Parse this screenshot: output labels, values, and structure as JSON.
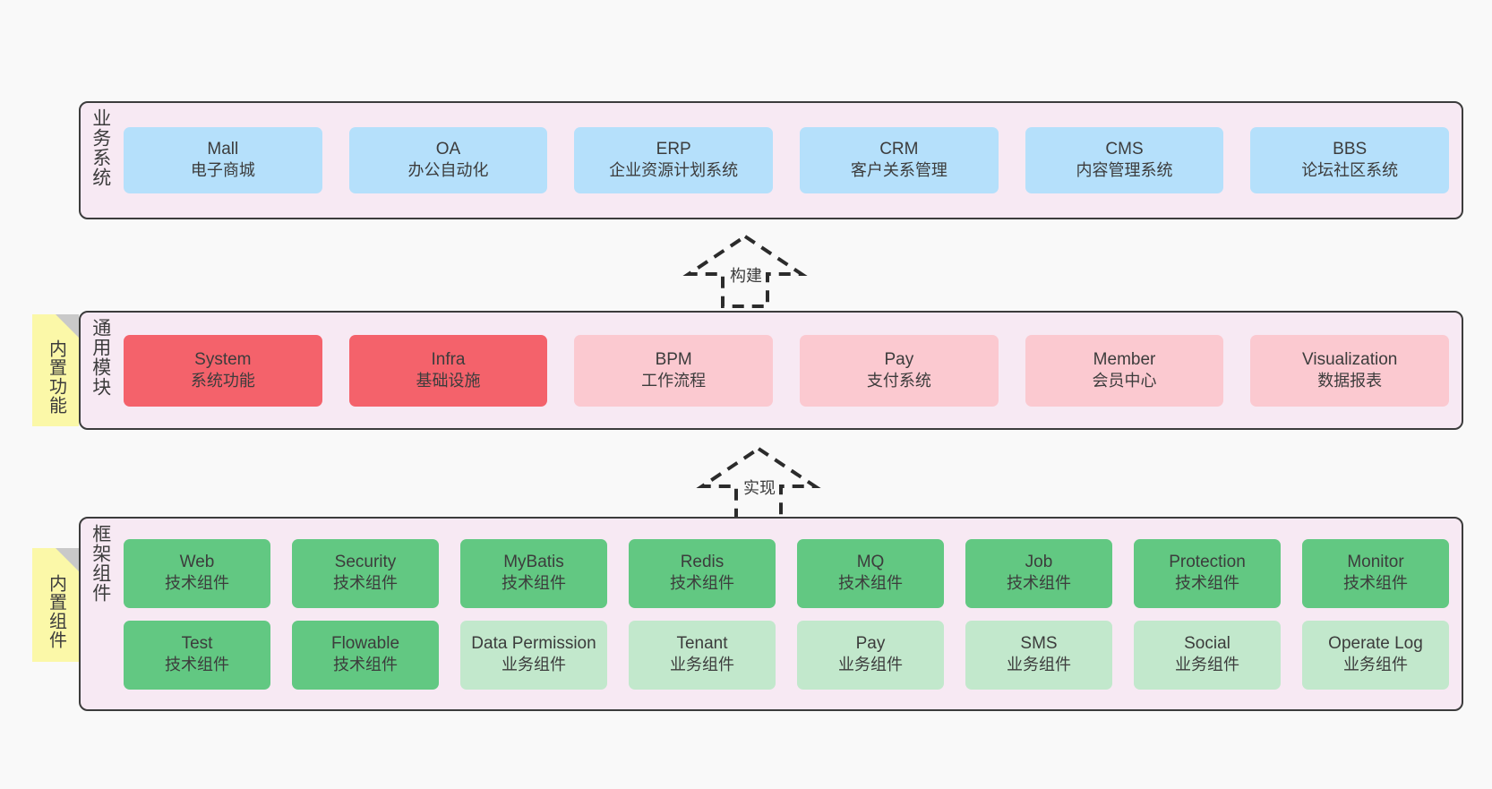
{
  "canvas": {
    "background": "#f9f9f9",
    "layer_fill": "#f7e9f3",
    "layer_border": "#3c3c3c",
    "note_fill": "#fbf8a8",
    "note_fold": "#c9c9c9"
  },
  "notes": [
    {
      "id": "builtin-features",
      "label": "内置功能"
    },
    {
      "id": "builtin-components",
      "label": "内置组件"
    }
  ],
  "layers": {
    "business": {
      "title": "业务系统",
      "color": "#b5e0fb",
      "items": [
        {
          "name": "Mall",
          "desc": "电子商城"
        },
        {
          "name": "OA",
          "desc": "办公自动化"
        },
        {
          "name": "ERP",
          "desc": "企业资源计划系统"
        },
        {
          "name": "CRM",
          "desc": "客户关系管理"
        },
        {
          "name": "CMS",
          "desc": "内容管理系统"
        },
        {
          "name": "BBS",
          "desc": "论坛社区系统"
        }
      ]
    },
    "modules": {
      "title": "通用模块",
      "color_strong": "#f4626b",
      "color_light": "#fbc9d0",
      "items": [
        {
          "name": "System",
          "desc": "系统功能",
          "variant": "red-strong"
        },
        {
          "name": "Infra",
          "desc": "基础设施",
          "variant": "red-strong"
        },
        {
          "name": "BPM",
          "desc": "工作流程",
          "variant": "red-light"
        },
        {
          "name": "Pay",
          "desc": "支付系统",
          "variant": "red-light"
        },
        {
          "name": "Member",
          "desc": "会员中心",
          "variant": "red-light"
        },
        {
          "name": "Visualization",
          "desc": "数据报表",
          "variant": "red-light"
        }
      ]
    },
    "framework": {
      "title": "框架组件",
      "color_strong": "#62c882",
      "color_light": "#c2e8cc",
      "row1": [
        {
          "name": "Web",
          "desc": "技术组件",
          "variant": "green-strong"
        },
        {
          "name": "Security",
          "desc": "技术组件",
          "variant": "green-strong"
        },
        {
          "name": "MyBatis",
          "desc": "技术组件",
          "variant": "green-strong"
        },
        {
          "name": "Redis",
          "desc": "技术组件",
          "variant": "green-strong"
        },
        {
          "name": "MQ",
          "desc": "技术组件",
          "variant": "green-strong"
        },
        {
          "name": "Job",
          "desc": "技术组件",
          "variant": "green-strong"
        },
        {
          "name": "Protection",
          "desc": "技术组件",
          "variant": "green-strong"
        },
        {
          "name": "Monitor",
          "desc": "技术组件",
          "variant": "green-strong"
        }
      ],
      "row2": [
        {
          "name": "Test",
          "desc": "技术组件",
          "variant": "green-strong"
        },
        {
          "name": "Flowable",
          "desc": "技术组件",
          "variant": "green-strong"
        },
        {
          "name": "Data Permission",
          "desc": "业务组件",
          "variant": "green-light"
        },
        {
          "name": "Tenant",
          "desc": "业务组件",
          "variant": "green-light"
        },
        {
          "name": "Pay",
          "desc": "业务组件",
          "variant": "green-light"
        },
        {
          "name": "SMS",
          "desc": "业务组件",
          "variant": "green-light"
        },
        {
          "name": "Social",
          "desc": "业务组件",
          "variant": "green-light"
        },
        {
          "name": "Operate Log",
          "desc": "业务组件",
          "variant": "green-light"
        }
      ]
    }
  },
  "relations": [
    {
      "id": "build",
      "label": "构建",
      "from": "modules",
      "to": "business"
    },
    {
      "id": "implement",
      "label": "实现",
      "from": "framework",
      "to": "modules"
    }
  ]
}
